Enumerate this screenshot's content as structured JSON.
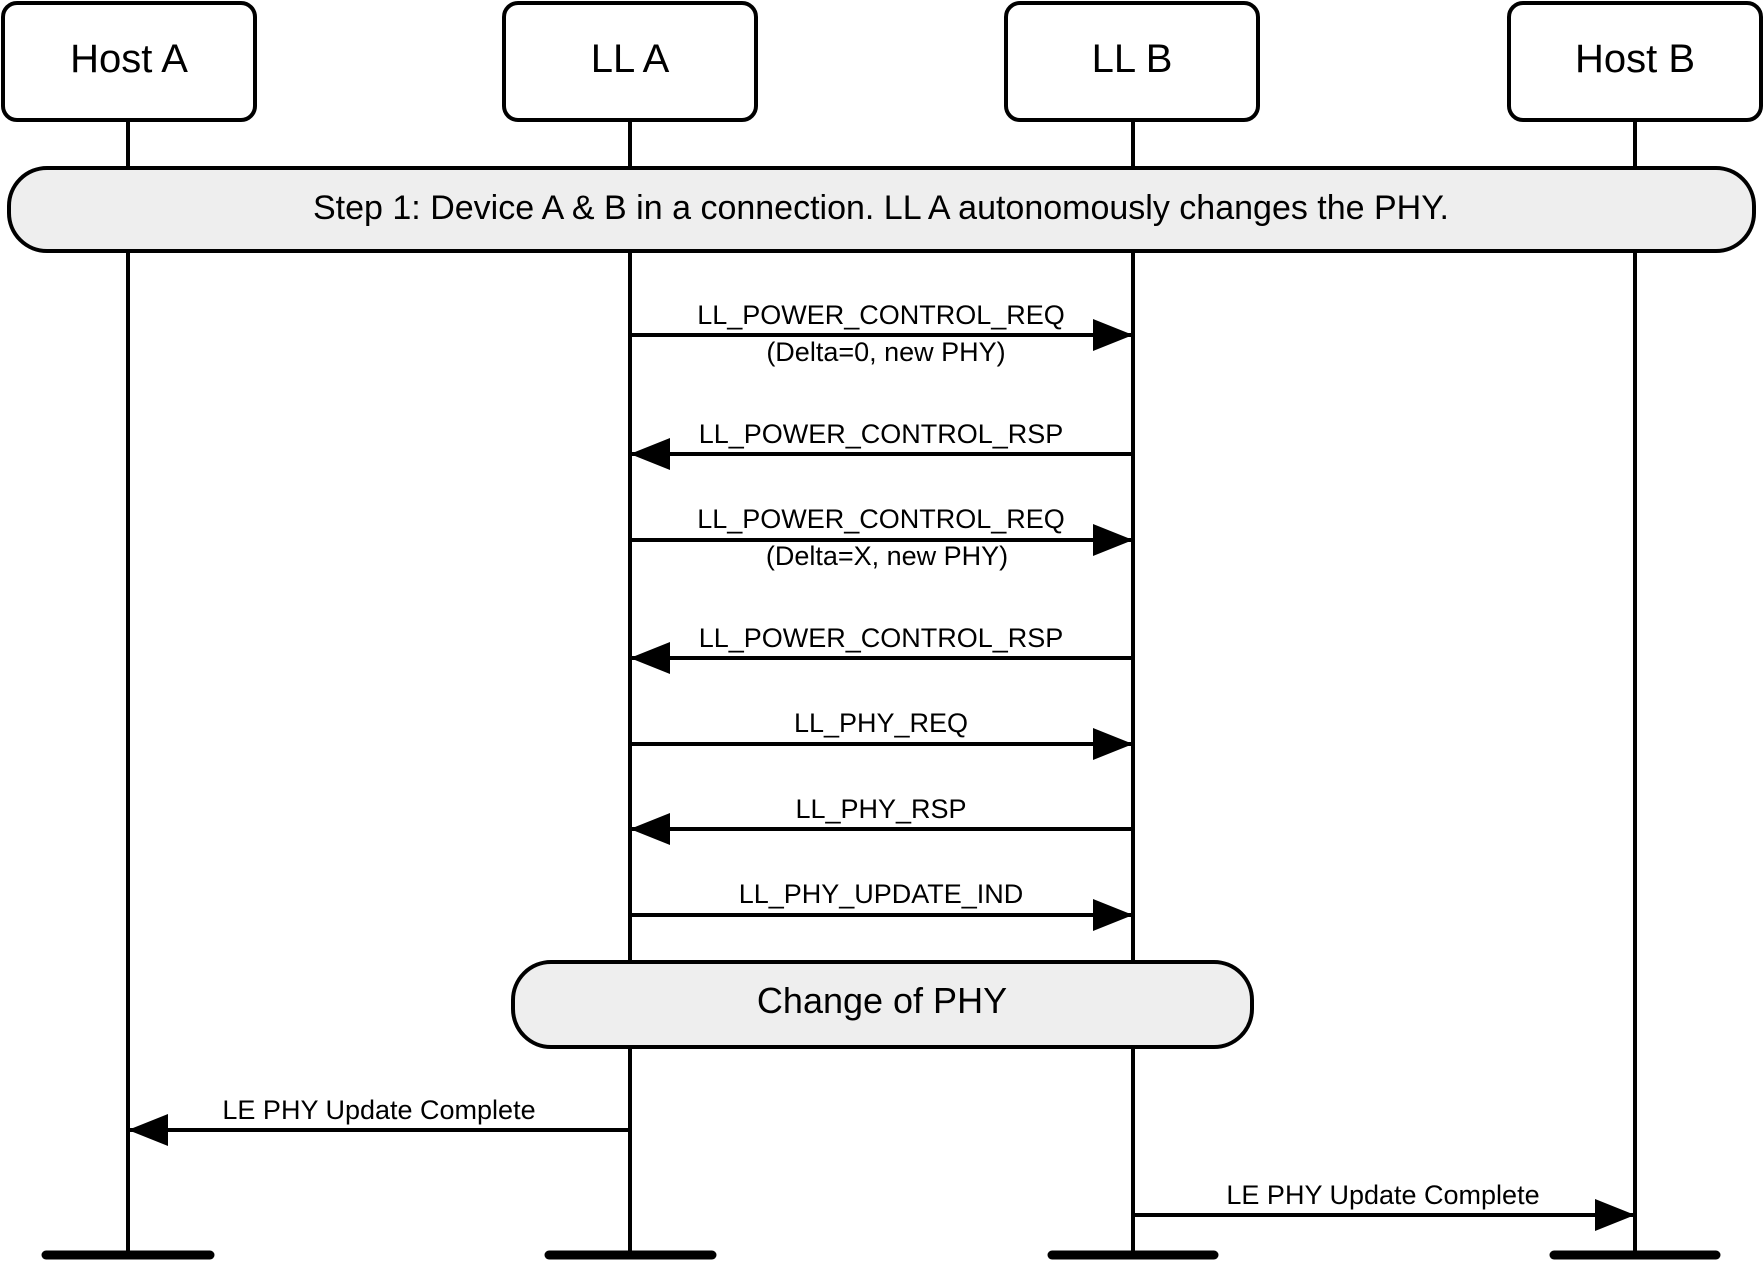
{
  "diagram": {
    "participants": [
      {
        "id": "host-a",
        "label": "Host A"
      },
      {
        "id": "ll-a",
        "label": "LL A"
      },
      {
        "id": "ll-b",
        "label": "LL B"
      },
      {
        "id": "host-b",
        "label": "Host B"
      }
    ],
    "step": {
      "text": "Step 1: Device A & B in a connection. LL A autonomously changes the PHY."
    },
    "messages": [
      {
        "from": "ll-a",
        "to": "ll-b",
        "label": "LL_POWER_CONTROL_REQ",
        "sublabel": "(Delta=0, new PHY)"
      },
      {
        "from": "ll-b",
        "to": "ll-a",
        "label": "LL_POWER_CONTROL_RSP",
        "sublabel": ""
      },
      {
        "from": "ll-a",
        "to": "ll-b",
        "label": "LL_POWER_CONTROL_REQ",
        "sublabel": "(Delta=X, new PHY)"
      },
      {
        "from": "ll-b",
        "to": "ll-a",
        "label": "LL_POWER_CONTROL_RSP",
        "sublabel": ""
      },
      {
        "from": "ll-a",
        "to": "ll-b",
        "label": "LL_PHY_REQ",
        "sublabel": ""
      },
      {
        "from": "ll-b",
        "to": "ll-a",
        "label": "LL_PHY_RSP",
        "sublabel": ""
      },
      {
        "from": "ll-a",
        "to": "ll-b",
        "label": "LL_PHY_UPDATE_IND",
        "sublabel": ""
      }
    ],
    "phase": {
      "text": "Change of PHY"
    },
    "completions": [
      {
        "from": "ll-a",
        "to": "host-a",
        "label": "LE PHY Update Complete"
      },
      {
        "from": "ll-b",
        "to": "host-b",
        "label": "LE PHY Update Complete"
      }
    ]
  },
  "colors": {
    "line": "#000000",
    "box_fill": "#ffffff",
    "band_fill": "#eeeeee"
  }
}
